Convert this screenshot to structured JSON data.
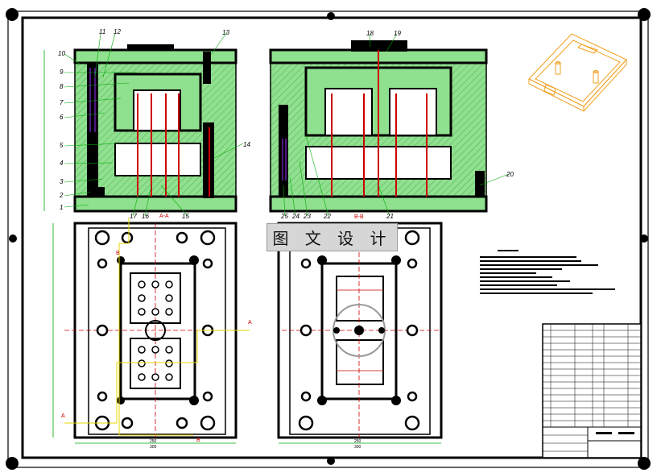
{
  "banner": {
    "text": "图 文 设 计"
  },
  "callouts": {
    "left": [
      "1",
      "2",
      "3",
      "4",
      "5",
      "6",
      "7",
      "8",
      "9",
      "10",
      "11",
      "12",
      "13",
      "14",
      "15",
      "16",
      "17"
    ],
    "right": [
      "18",
      "19",
      "20",
      "21",
      "22",
      "23",
      "24",
      "25"
    ]
  },
  "section_labels": {
    "a": "A-A",
    "b": "B-B",
    "mark_a": "A",
    "mark_b": "B"
  },
  "dimensions": {
    "width_left": "250",
    "width_left_outer": "300",
    "width_right": "250",
    "width_right_outer": "300"
  },
  "colors": {
    "mold": "#8fe08f",
    "line": "#000000",
    "hatch": "#56a856",
    "part": "#f0a020",
    "dim": "#00aa00"
  }
}
